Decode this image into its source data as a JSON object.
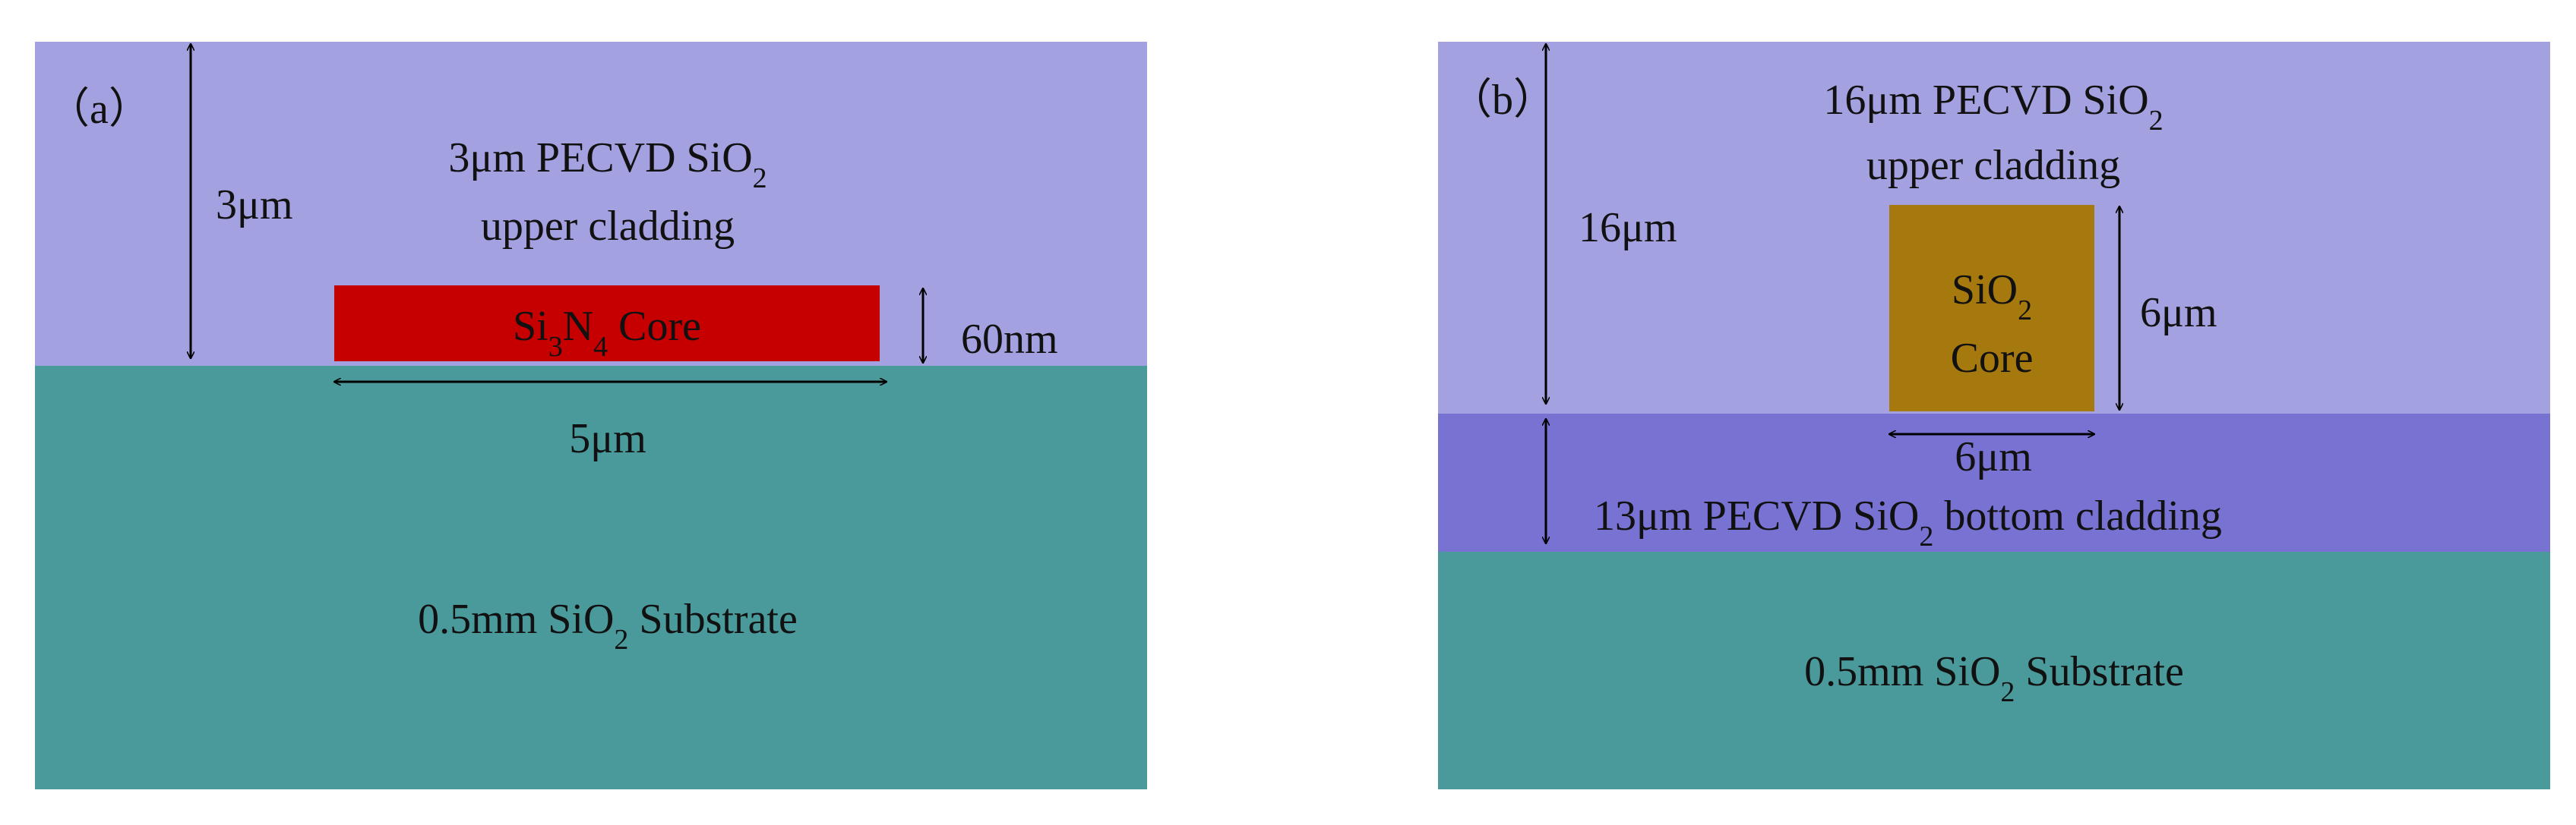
{
  "colors": {
    "upper_cladding": "#a3a1e0",
    "bottom_cladding": "#7872d3",
    "substrate": "#4a9a9c",
    "si3n4_core": "#c60000",
    "sio2_core": "#a6790f",
    "arrow": "#000000",
    "text": "#111111"
  },
  "panel_a": {
    "tag": "（a）",
    "upper_cladding": {
      "line1_pre": "3μm PECVD SiO",
      "line1_sub": "2",
      "line2": "upper cladding"
    },
    "core": {
      "pre": "Si",
      "sub1": "3",
      "mid": "N",
      "sub2": "4",
      "post": " Core"
    },
    "upper_thickness": "3μm",
    "core_thickness": "60nm",
    "core_width": "5μm",
    "substrate": {
      "pre": "0.5mm SiO",
      "sub": "2",
      "post": " Substrate"
    }
  },
  "panel_b": {
    "tag": "（b）",
    "upper_cladding": {
      "line1_pre": "16μm PECVD SiO",
      "line1_sub": "2",
      "line2": "upper cladding"
    },
    "core": {
      "line1_pre": "SiO",
      "line1_sub": "2",
      "line2": "Core"
    },
    "upper_thickness": "16μm",
    "core_height": "6μm",
    "core_width": "6μm",
    "bottom_cladding": {
      "pre": "13μm PECVD SiO",
      "sub": "2",
      "post": " bottom cladding"
    },
    "substrate": {
      "pre": "0.5mm SiO",
      "sub": "2",
      "post": " Substrate"
    }
  }
}
